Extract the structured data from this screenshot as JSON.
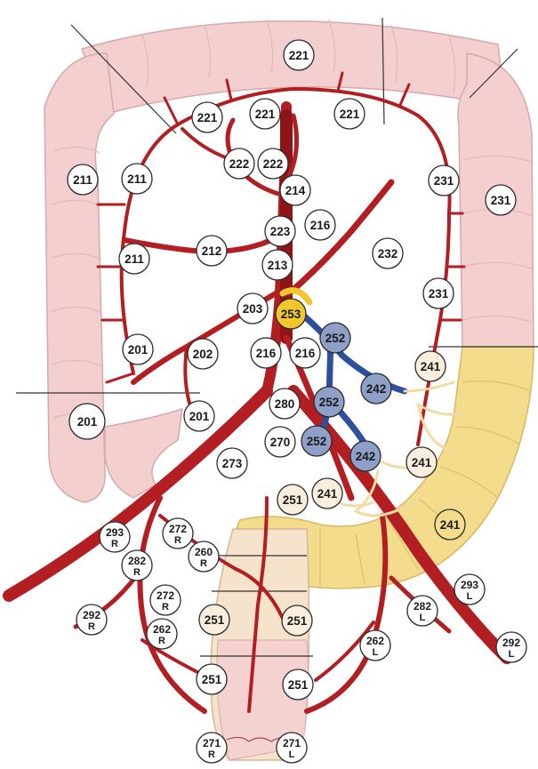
{
  "colors": {
    "artery": "#b31e23",
    "colon": "#f3cfcf",
    "sigmoid": "#f3dc8c",
    "vein": "#2e4f9c",
    "node_default": "#ffffff",
    "node_mesenteric": "#fbeedd",
    "node_vein": "#8ea0c8",
    "node_253": "#f1c72e"
  },
  "nodes": [
    {
      "id": "n221-top",
      "label": "221",
      "style": "default"
    },
    {
      "id": "n221-left",
      "label": "221",
      "style": "default"
    },
    {
      "id": "n221-mid",
      "label": "221",
      "style": "default"
    },
    {
      "id": "n221-right",
      "label": "221",
      "style": "default"
    },
    {
      "id": "n211-outer",
      "label": "211",
      "style": "default"
    },
    {
      "id": "n211-upper",
      "label": "211",
      "style": "default"
    },
    {
      "id": "n222-left",
      "label": "222",
      "style": "default"
    },
    {
      "id": "n222-right",
      "label": "222",
      "style": "default"
    },
    {
      "id": "n231-inner",
      "label": "231",
      "style": "default"
    },
    {
      "id": "n231-outer",
      "label": "231",
      "style": "default"
    },
    {
      "id": "n214",
      "label": "214",
      "style": "default"
    },
    {
      "id": "n216-upper",
      "label": "216",
      "style": "default"
    },
    {
      "id": "n223",
      "label": "223",
      "style": "default"
    },
    {
      "id": "n212",
      "label": "212",
      "style": "default"
    },
    {
      "id": "n232",
      "label": "232",
      "style": "default"
    },
    {
      "id": "n211-lower",
      "label": "211",
      "style": "default"
    },
    {
      "id": "n213",
      "label": "213",
      "style": "default"
    },
    {
      "id": "n231-lower",
      "label": "231",
      "style": "default"
    },
    {
      "id": "n203",
      "label": "203",
      "style": "default"
    },
    {
      "id": "n253",
      "label": "253",
      "style": "yellow"
    },
    {
      "id": "n252-top",
      "label": "252",
      "style": "vein"
    },
    {
      "id": "n201-mid",
      "label": "201",
      "style": "default"
    },
    {
      "id": "n202",
      "label": "202",
      "style": "default"
    },
    {
      "id": "n216-left",
      "label": "216",
      "style": "default"
    },
    {
      "id": "n216-right",
      "label": "216",
      "style": "default"
    },
    {
      "id": "n241-top",
      "label": "241",
      "style": "mesenteric"
    },
    {
      "id": "n242-top",
      "label": "242",
      "style": "vein"
    },
    {
      "id": "n252-mid",
      "label": "252",
      "style": "vein"
    },
    {
      "id": "n201-outer",
      "label": "201",
      "style": "default"
    },
    {
      "id": "n201-lower",
      "label": "201",
      "style": "default"
    },
    {
      "id": "n280",
      "label": "280",
      "style": "default"
    },
    {
      "id": "n270",
      "label": "270",
      "style": "default"
    },
    {
      "id": "n252-low",
      "label": "252",
      "style": "vein"
    },
    {
      "id": "n242-low",
      "label": "242",
      "style": "vein"
    },
    {
      "id": "n241-mid",
      "label": "241",
      "style": "mesenteric"
    },
    {
      "id": "n273",
      "label": "273",
      "style": "default"
    },
    {
      "id": "n251-top",
      "label": "251",
      "style": "mesenteric"
    },
    {
      "id": "n241-low",
      "label": "241",
      "style": "mesenteric"
    },
    {
      "id": "n241-sig",
      "label": "241",
      "style": "sigmoid"
    },
    {
      "id": "n293r",
      "label": "293",
      "sub": "R",
      "style": "default"
    },
    {
      "id": "n272r-up",
      "label": "272",
      "sub": "R",
      "style": "default"
    },
    {
      "id": "n282r",
      "label": "282",
      "sub": "R",
      "style": "default"
    },
    {
      "id": "n260r",
      "label": "260",
      "sub": "R",
      "style": "default"
    },
    {
      "id": "n293l",
      "label": "293",
      "sub": "L",
      "style": "default"
    },
    {
      "id": "n272r-low",
      "label": "272",
      "sub": "R",
      "style": "default"
    },
    {
      "id": "n292r",
      "label": "292",
      "sub": "R",
      "style": "default"
    },
    {
      "id": "n282l",
      "label": "282",
      "sub": "L",
      "style": "default"
    },
    {
      "id": "n251-left",
      "label": "251",
      "style": "mesenteric"
    },
    {
      "id": "n251-right",
      "label": "251",
      "style": "mesenteric"
    },
    {
      "id": "n262r",
      "label": "262",
      "sub": "R",
      "style": "default"
    },
    {
      "id": "n262l",
      "label": "262",
      "sub": "L",
      "style": "default"
    },
    {
      "id": "n292l",
      "label": "292",
      "sub": "L",
      "style": "default"
    },
    {
      "id": "n251-bl",
      "label": "251",
      "style": "default"
    },
    {
      "id": "n251-br",
      "label": "251",
      "style": "default"
    },
    {
      "id": "n271r",
      "label": "271",
      "sub": "R",
      "style": "default"
    },
    {
      "id": "n271l",
      "label": "271",
      "sub": "L",
      "style": "default"
    }
  ]
}
